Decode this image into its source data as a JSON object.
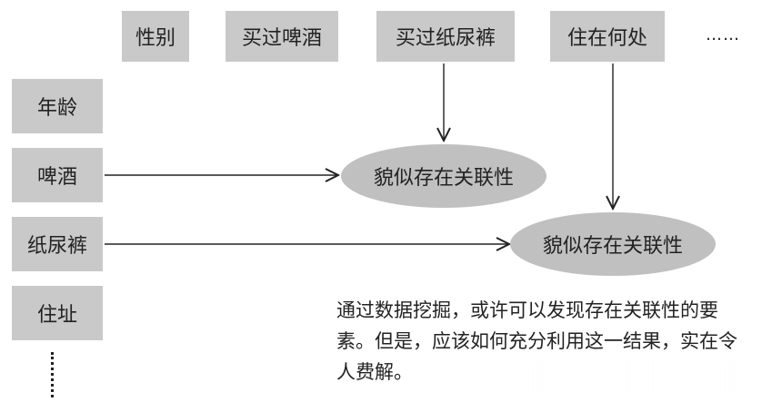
{
  "top_attributes": [
    "性别",
    "买过啤酒",
    "买过纸尿裤",
    "住在何处"
  ],
  "top_ellipsis": "……",
  "left_attributes": [
    "年龄",
    "啤酒",
    "纸尿裤",
    "住址"
  ],
  "ellipses": {
    "first": "貌似存在关联性",
    "second": "貌似存在关联性"
  },
  "note": "通过数据挖掘，或许可以发现存在关联性的要素。但是，应该如何充分利用这一结果，实在令人费解。"
}
